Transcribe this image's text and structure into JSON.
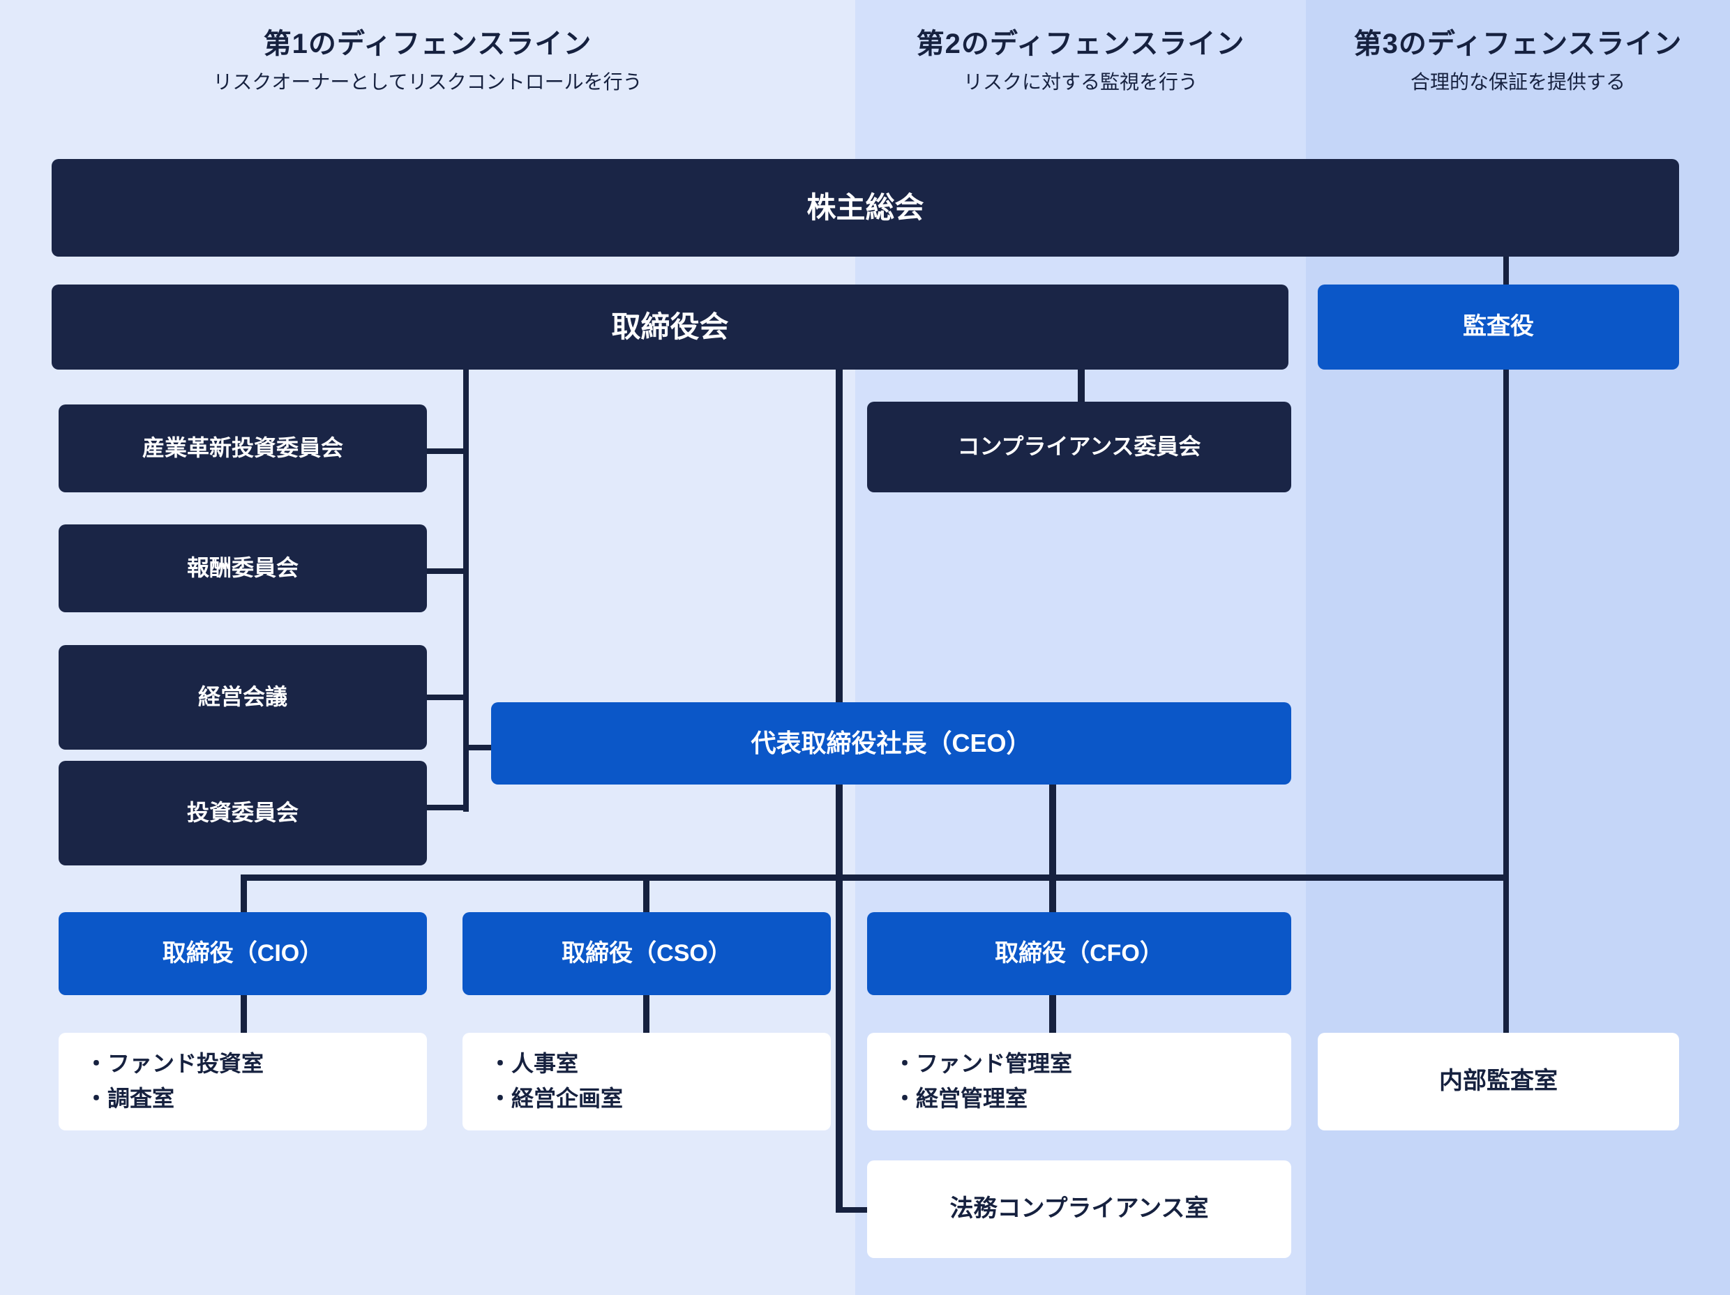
{
  "columns": [
    {
      "title": "第1のディフェンスライン",
      "subtitle": "リスクオーナーとしてリスクコントロールを行う"
    },
    {
      "title": "第2のディフェンスライン",
      "subtitle": "リスクに対する監視を行う"
    },
    {
      "title": "第3のディフェンスライン",
      "subtitle": "合理的な保証を提供する"
    }
  ],
  "nodes": {
    "shareholders_meeting": "株主総会",
    "board_of_directors": "取締役会",
    "auditor": "監査役",
    "industrial_innovation_investment_committee": "産業革新投資委員会",
    "compensation_committee": "報酬委員会",
    "management_meeting": "経営会議",
    "investment_committee": "投資委員会",
    "compliance_committee": "コンプライアンス委員会",
    "ceo": "代表取締役社長（CEO）",
    "director_cio": "取締役（CIO）",
    "director_cso": "取締役（CSO）",
    "director_cfo": "取締役（CFO）",
    "cio_departments": [
      "・ファンド投資室",
      "・調査室"
    ],
    "cso_departments": [
      "・人事室",
      "・経営企画室"
    ],
    "cfo_departments": [
      "・ファンド管理室",
      "・経営管理室"
    ],
    "legal_compliance_office": "法務コンプライアンス室",
    "internal_audit_office": "内部監査室"
  },
  "colors": {
    "navy": "#1a2546",
    "blue": "#0b57c8",
    "white": "#ffffff",
    "band_1": "#e2eafb",
    "band_2": "#d3e0fb",
    "band_3": "#c5d6f8",
    "line": "#16213f",
    "text_dark": "#16213f"
  }
}
